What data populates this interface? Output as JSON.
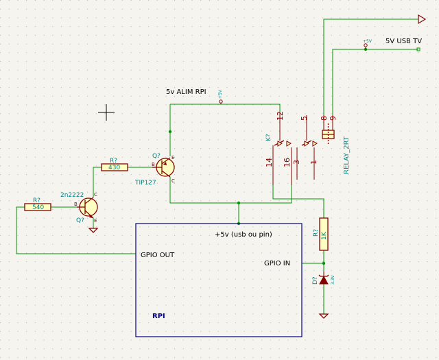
{
  "schematic": {
    "net_labels": {
      "alim_rpi": "5v ALIM RPI",
      "usb_tv": "5V USB TV",
      "rpi_power": "+5v (usb ou pin)",
      "gpio_out": "GPIO OUT",
      "gpio_in": "GPIO IN"
    },
    "rpi_block": {
      "name": "RPI"
    },
    "power_flags": {
      "alim_rpi": "+5V",
      "usb_tv": "+5V"
    },
    "transistor_q1": {
      "ref": "Q?",
      "value": "2n2222",
      "pins": {
        "b": "B",
        "c": "C",
        "e": "E"
      }
    },
    "transistor_q2": {
      "ref": "Q?",
      "value": "TIP127",
      "pins": {
        "b": "B",
        "c": "C",
        "e": "E"
      }
    },
    "resistor_r1": {
      "ref": "R?",
      "value": "540"
    },
    "resistor_r2": {
      "ref": "R?",
      "value": "430"
    },
    "resistor_r3": {
      "ref": "R?",
      "value": "1K"
    },
    "diode_d1": {
      "ref": "D?",
      "value": "3.3V"
    },
    "relay": {
      "ref": "K?",
      "value": "RELAY_2RT",
      "pins": [
        "12",
        "5",
        "8",
        "9",
        "14",
        "16",
        "3",
        "1"
      ]
    }
  }
}
